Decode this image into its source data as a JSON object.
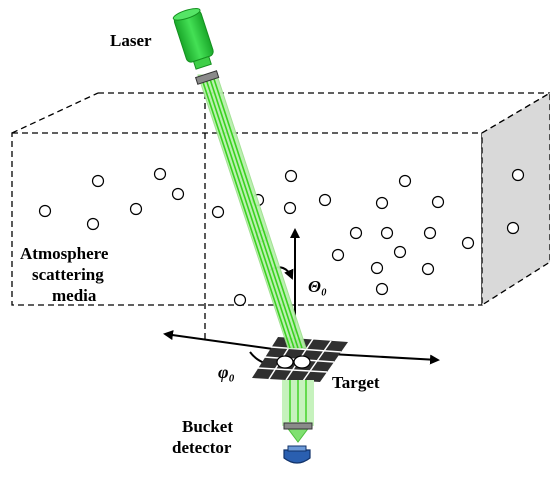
{
  "labels": {
    "laser": "Laser",
    "medium_line1": "Atmosphere",
    "medium_line2": "scattering",
    "medium_line3": "media",
    "theta": "Θ₀",
    "phi": "φ₀",
    "target": "Target",
    "detector_line1": "Bucket",
    "detector_line2": "detector"
  },
  "colors": {
    "beam": "#3ad11f",
    "laser_body": "#22c832",
    "box_side": "#d9d9d9",
    "target_grid": "#303030",
    "detector": "#2a5fb0"
  },
  "particle_count": 27
}
